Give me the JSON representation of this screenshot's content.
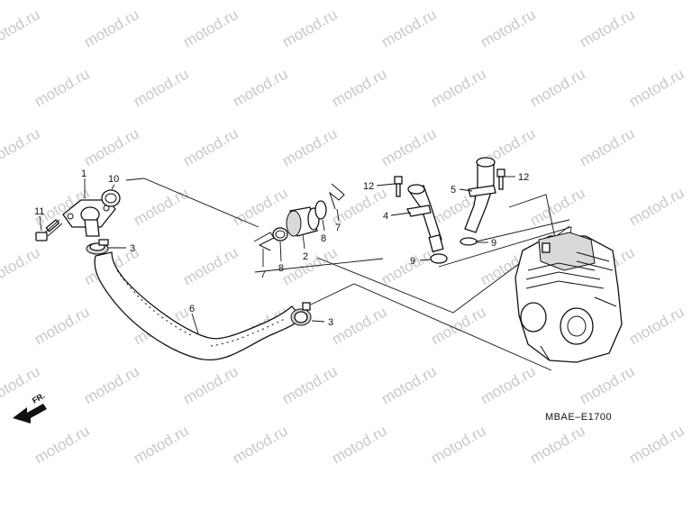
{
  "watermark": {
    "text": "motod.ru"
  },
  "diagram": {
    "code": "MBAE–E1700",
    "direction_label": "FR.",
    "callouts": [
      "1",
      "10",
      "11",
      "3",
      "6",
      "3",
      "2",
      "8",
      "7",
      "8",
      "7",
      "12",
      "4",
      "9",
      "12",
      "5",
      "9"
    ]
  }
}
